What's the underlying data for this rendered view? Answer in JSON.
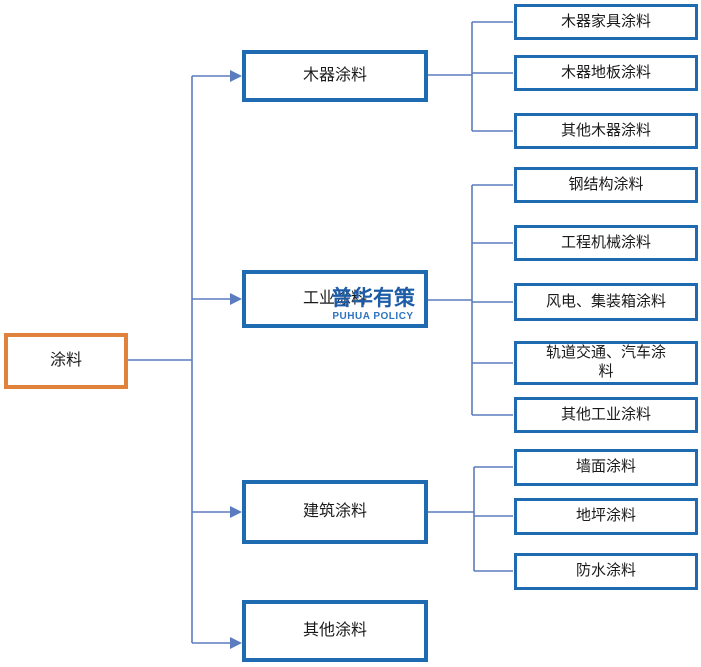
{
  "diagram": {
    "root": {
      "label": "涂料"
    },
    "level2": [
      {
        "label": "木器涂料"
      },
      {
        "label": "工业涂料"
      },
      {
        "label": "建筑涂料"
      },
      {
        "label": "其他涂料"
      }
    ],
    "level3": {
      "wood": [
        "木器家具涂料",
        "木器地板涂料",
        "其他木器涂料"
      ],
      "industrial": [
        "钢结构涂料",
        "工程机械涂料",
        "风电、集装箱涂料",
        "轨道交通、汽车涂料",
        "其他工业涂料"
      ],
      "architectural": [
        "墙面涂料",
        "地坪涂料",
        "防水涂料"
      ]
    }
  },
  "watermark": {
    "name": "普华有策",
    "name_en": "PUHUA POLICY"
  },
  "colors": {
    "root_border": "#E0813C",
    "node_border": "#1E6BB1",
    "connector": "#5B7CBE",
    "watermark_cn": "#1D5CA6",
    "watermark_en": "#2F74C0",
    "text": "#1A1A1A",
    "background": "#FFFFFF"
  }
}
